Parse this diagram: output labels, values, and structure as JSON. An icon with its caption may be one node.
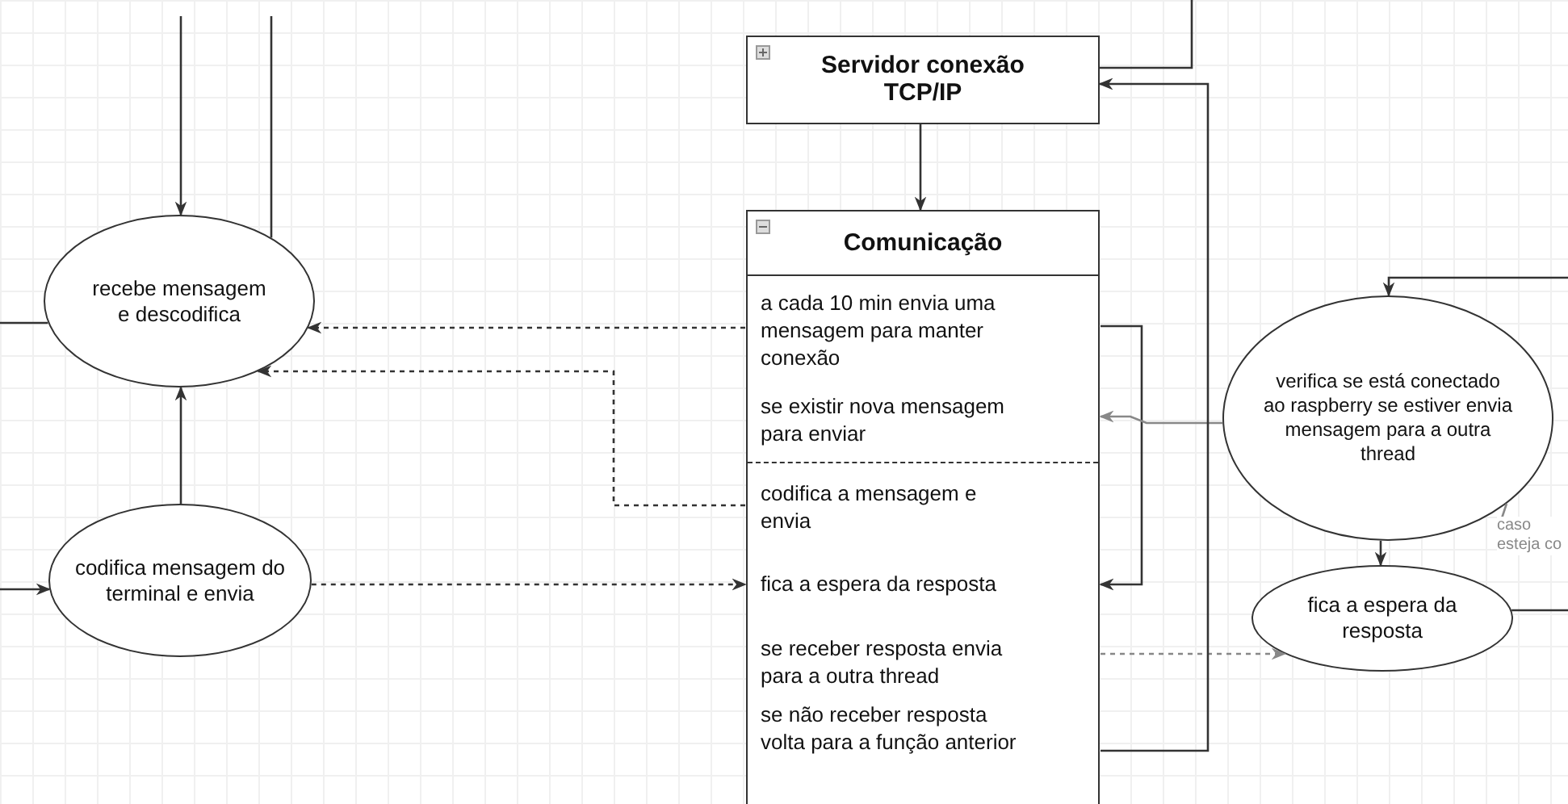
{
  "diagram": {
    "nodes": [
      {
        "text": [
          "recebe mensagem e descodifica"
        ]
      },
      {
        "text": [
          "codifica mensagem do terminal e envia"
        ]
      },
      {
        "text": [
          "Servidor conexão TCP/IP"
        ]
      },
      {
        "text": [
          "Comunicação"
        ]
      },
      {
        "text": [
          "a cada 10 min envia uma mensagem para manter conexão"
        ],
        "in": 3
      },
      {
        "text": [
          "se existir nova mensagem para enviar"
        ],
        "in": 3
      },
      {
        "text": [
          "codifica a mensagem e envia"
        ],
        "in": 3
      },
      {
        "text": [
          "fica a espera da resposta"
        ],
        "in": 3
      },
      {
        "text": [
          "se receber resposta envia para a outra thread"
        ],
        "in": 3
      },
      {
        "text": [
          "se não receber resposta volta para a função anterior"
        ],
        "in": 3
      },
      {
        "text": [
          "verifica se está conectado ao raspberry se estiver envia mensagem para a outra thread"
        ]
      },
      {
        "text": [
          "fica a espera da resposta"
        ]
      }
    ],
    "edges": [
      {
        "from": null,
        "to": 0,
        "arrow": "to"
      },
      {
        "from": 0,
        "to": null,
        "arrow": "none"
      },
      {
        "from": null,
        "to": 0,
        "arrow": "none"
      },
      {
        "from": 1,
        "to": 0,
        "arrow": "to"
      },
      {
        "from": null,
        "to": 1,
        "arrow": "to"
      },
      {
        "from": 4,
        "to": 0,
        "arrow": "to",
        "style": "dashed"
      },
      {
        "from": 6,
        "to": 0,
        "arrow": "to",
        "style": "dashed"
      },
      {
        "from": 1,
        "to": 7,
        "arrow": "to",
        "style": "dashed"
      },
      {
        "from": 2,
        "to": 3,
        "arrow": "to"
      },
      {
        "from": 4,
        "to": 7,
        "arrow": "to"
      },
      {
        "from": 10,
        "to": 5,
        "arrow": "to",
        "color": "#888888"
      },
      {
        "from": 8,
        "to": 11,
        "arrow": "to",
        "style": "dashed",
        "color": "#888888"
      },
      {
        "from": 10,
        "to": 11,
        "arrow": "to"
      },
      {
        "from": 9,
        "to": 2,
        "arrow": "to"
      },
      {
        "from": null,
        "to": 2,
        "arrow": "none"
      },
      {
        "from": 11,
        "to": null,
        "arrow": "none"
      },
      {
        "from": null,
        "to": 10,
        "arrow": "to"
      },
      {
        "from": 10,
        "to": null,
        "arrow": "none",
        "label": "caso esteja co",
        "color": "#888888"
      }
    ]
  }
}
